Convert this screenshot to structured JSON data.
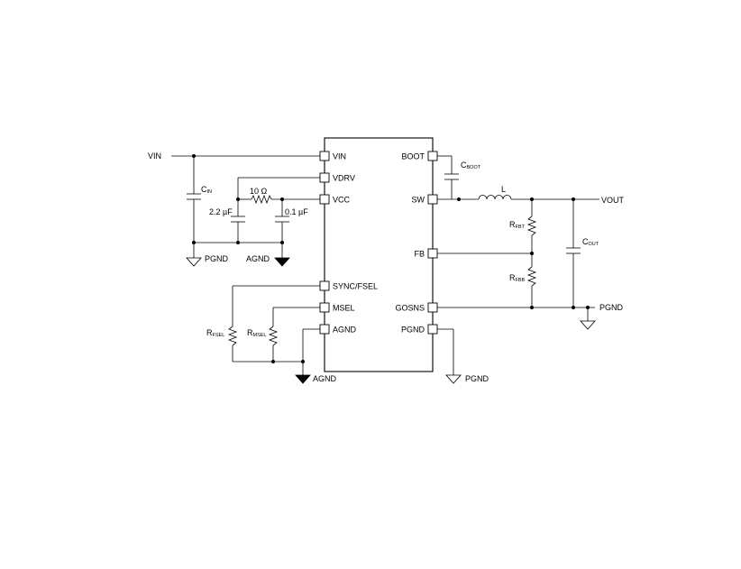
{
  "ic": {
    "left_pins": [
      "VIN",
      "VDRV",
      "VCC",
      "SYNC/FSEL",
      "MSEL",
      "AGND"
    ],
    "right_pins": [
      "BOOT",
      "SW",
      "FB",
      "GOSNS",
      "PGND"
    ]
  },
  "nets": {
    "vin": "VIN",
    "vout": "VOUT",
    "pgnd": "PGND",
    "agnd": "AGND"
  },
  "components": {
    "cin": {
      "main": "C",
      "sub": "IN"
    },
    "cvcc1": "2.2 µF",
    "rvcc": "10 Ω",
    "cvcc2": "0.1 µF",
    "cboot": {
      "main": "C",
      "sub": "BOOT"
    },
    "inductor": "L",
    "rfbt": {
      "main": "R",
      "sub": "FBT"
    },
    "rfbb": {
      "main": "R",
      "sub": "FBB"
    },
    "cout": {
      "main": "C",
      "sub": "OUT"
    },
    "rfsel": {
      "main": "R",
      "sub": "FSEL"
    },
    "rmsel": {
      "main": "R",
      "sub": "MSEL"
    }
  }
}
